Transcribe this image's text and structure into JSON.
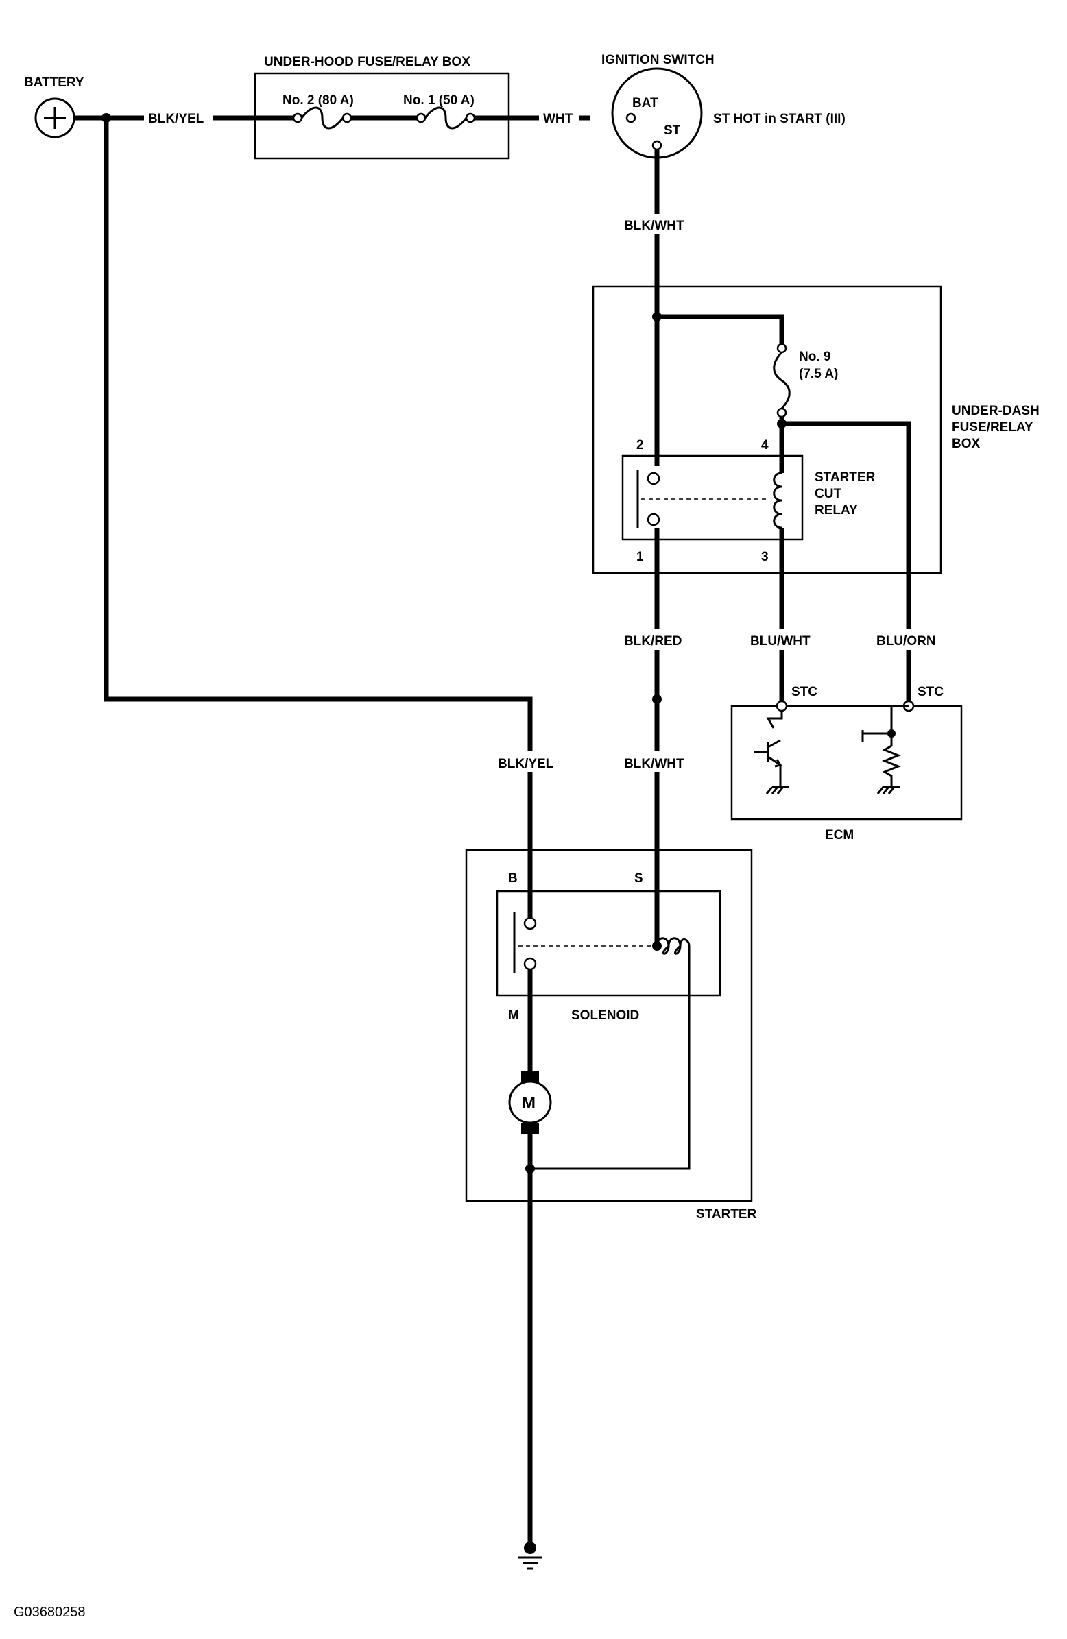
{
  "battery": {
    "label": "BATTERY"
  },
  "underhood_box": {
    "title": "UNDER-HOOD FUSE/RELAY BOX",
    "fuse_a": "No. 2 (80 A)",
    "fuse_b": "No. 1 (50 A)"
  },
  "ignition": {
    "title": "IGNITION SWITCH",
    "bat": "BAT",
    "st": "ST",
    "note": "ST HOT in START (III)"
  },
  "wires": {
    "blk_yel_top": "BLK/YEL",
    "wht": "WHT",
    "blk_wht_top": "BLK/WHT",
    "blk_red": "BLK/RED",
    "blu_wht": "BLU/WHT",
    "blu_orn": "BLU/ORN",
    "blk_yel_lower": "BLK/YEL",
    "blk_wht_lower": "BLK/WHT"
  },
  "underdash_box": {
    "title_line1": "UNDER-DASH",
    "title_line2": "FUSE/RELAY",
    "title_line3": "BOX",
    "fuse_line1": "No. 9",
    "fuse_line2": "(7.5 A)"
  },
  "relay": {
    "label_line1": "STARTER",
    "label_line2": "CUT",
    "label_line3": "RELAY",
    "pin1": "1",
    "pin2": "2",
    "pin3": "3",
    "pin4": "4"
  },
  "ecm": {
    "label": "ECM",
    "stc_left": "STC",
    "stc_right": "STC"
  },
  "starter": {
    "label": "STARTER",
    "solenoid": "SOLENOID",
    "b": "B",
    "s": "S",
    "m": "M",
    "motor": "M"
  },
  "figure_id": "G03680258"
}
